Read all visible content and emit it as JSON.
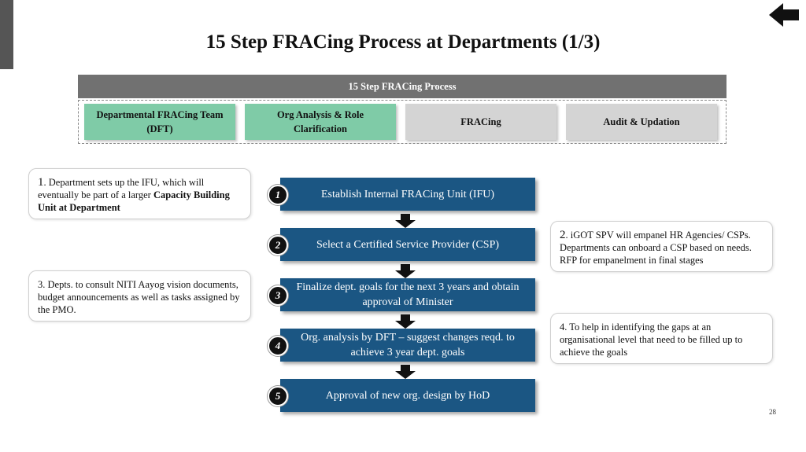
{
  "title": "15 Step FRACing Process at Departments (1/3)",
  "process_bar": "15 Step FRACing Process",
  "stages": [
    {
      "label": "Departmental FRACing Team (DFT)",
      "state": "active"
    },
    {
      "label": "Org Analysis & Role Clarification",
      "state": "active"
    },
    {
      "label": "FRACing",
      "state": "inactive"
    },
    {
      "label": "Audit & Updation",
      "state": "inactive"
    }
  ],
  "steps": [
    {
      "number": "1",
      "label": "Establish Internal FRACing Unit (IFU)"
    },
    {
      "number": "2",
      "label": "Select a Certified Service Provider (CSP)"
    },
    {
      "number": "3",
      "label": "Finalize dept. goals for the next 3 years and obtain approval of Minister"
    },
    {
      "number": "4",
      "label": "Org. analysis by DFT – suggest changes reqd. to achieve 3 year dept. goals"
    },
    {
      "number": "5",
      "label": "Approval of new org. design by HoD"
    }
  ],
  "notes": {
    "note1": {
      "lead": "1",
      "text_a": ". Department sets up the IFU, which will eventually be part of a larger ",
      "text_bold": "Capacity Building Unit at Department"
    },
    "note2": {
      "lead": "2",
      "text": ". iGOT SPV will empanel HR Agencies/ CSPs. Departments can onboard a CSP based on needs. RFP for empanelment in final stages"
    },
    "note3": {
      "text": "3. Depts. to consult NITI Aayog vision documents, budget announcements as well as tasks assigned by the PMO."
    },
    "note4": {
      "text": "4. To help in identifying the gaps at an organisational level that need to be filled up to achieve the goals"
    }
  },
  "page_number": "28",
  "colors": {
    "step_fill": "#1b5683",
    "stage_active": "#7fcba7",
    "stage_inactive": "#d4d4d4",
    "header_bar": "#717171"
  },
  "icons": {
    "back": "back-arrow-icon",
    "flow": "down-arrow-icon"
  }
}
